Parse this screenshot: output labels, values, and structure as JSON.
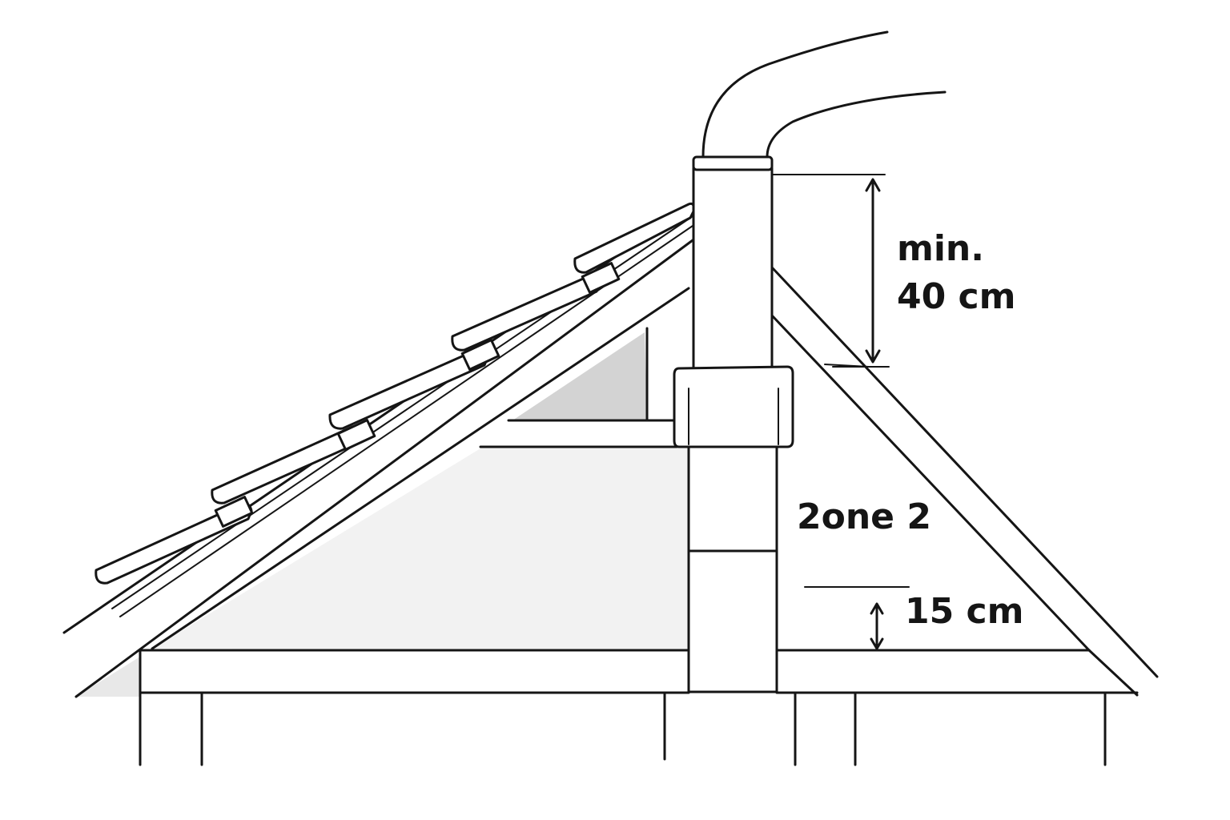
{
  "labels": {
    "clearance_line1": "min.",
    "clearance_line2": "40 cm",
    "zone": "2one 2",
    "gap": "15 cm"
  },
  "colors": {
    "ink": "#151515",
    "paper": "#ffffff",
    "shade": "#d9d9d9"
  }
}
